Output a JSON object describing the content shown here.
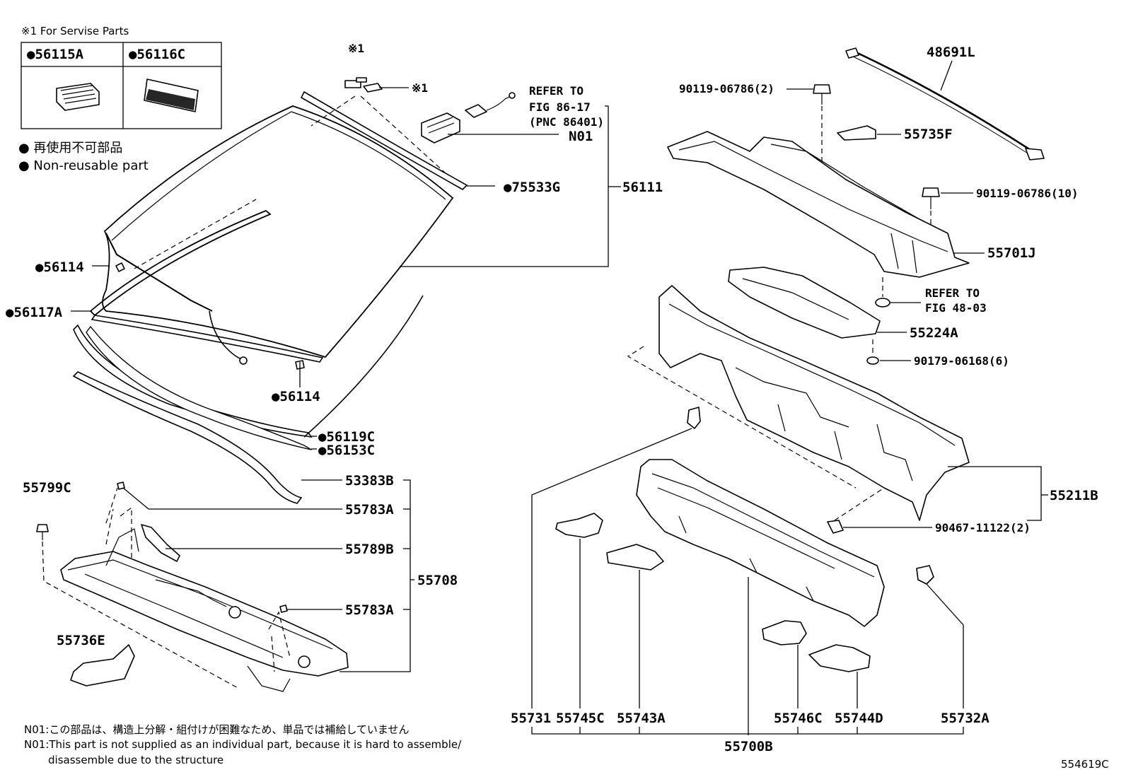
{
  "service_note": {
    "title": "※1 For Servise Parts",
    "part_a": "●56115A",
    "part_b": "●56116C"
  },
  "legend": {
    "jp": "● 再使用不可部品",
    "en": "● Non-reusable part"
  },
  "refs": {
    "fig86_line1": "REFER TO",
    "fig86_line2": "FIG 86-17",
    "fig86_line3": "(PNC 86401)",
    "fig48_line1": "REFER TO",
    "fig48_line2": "FIG 48-03",
    "mark1_top": "※1",
    "mark1_side": "※1"
  },
  "parts": {
    "p56111": "56111",
    "pN01": "N01",
    "p75533G": "●75533G",
    "p56114_a": "●56114",
    "p56117A": "●56117A",
    "p56114_b": "●56114",
    "p56119C": "●56119C",
    "p56153C": "●56153C",
    "p53383B": "53383B",
    "p55783A_a": "55783A",
    "p55789B": "55789B",
    "p55708": "55708",
    "p55783A_b": "55783A",
    "p55799C": "55799C",
    "p55736E": "55736E",
    "p48691L": "48691L",
    "p90119_2": "90119-06786(2)",
    "p55735F": "55735F",
    "p90119_10": "90119-06786(10)",
    "p55701J": "55701J",
    "p55224A": "55224A",
    "p90179": "90179-06168(6)",
    "p55211B": "55211B",
    "p90467": "90467-11122(2)",
    "p55731": "55731",
    "p55745C": "55745C",
    "p55743A": "55743A",
    "p55746C": "55746C",
    "p55744D": "55744D",
    "p55732A": "55732A",
    "p55700B": "55700B"
  },
  "notes": {
    "n01_jp": "N01:この部品は、構造上分解・組付けが困難なため、単品では補給していません",
    "n01_en1": "N01:This part is not supplied as an individual part, because it is hard to assemble/",
    "n01_en2": "disassemble due to the structure"
  },
  "figure_id": "554619C"
}
